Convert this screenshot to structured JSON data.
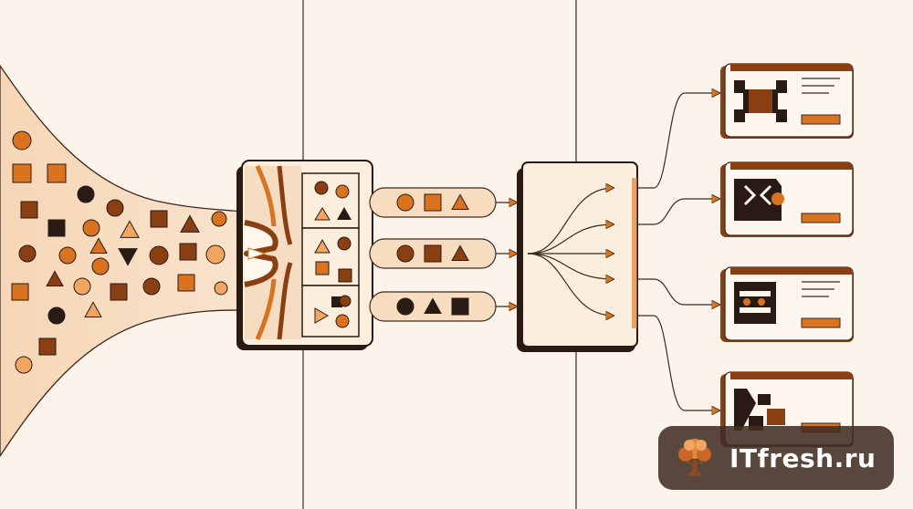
{
  "watermark": {
    "text": "ITfresh.ru",
    "logo_icon": "tree-logo-icon"
  },
  "palette": {
    "background": "#fcf4ea",
    "funnel": "#f6dcc1",
    "dark": "#2a1a14",
    "brown": "#8a3f12",
    "orange": "#d9731f",
    "light_orange": "#f0a561",
    "cream": "#fbeedd",
    "line": "#3a2a22"
  },
  "channels": [
    {
      "shapes": [
        "circle",
        "square",
        "triangle"
      ],
      "color": "orange"
    },
    {
      "shapes": [
        "circle",
        "square",
        "triangle"
      ],
      "color": "brown"
    },
    {
      "shapes": [
        "circle",
        "triangle",
        "square"
      ],
      "color": "dark"
    }
  ],
  "output_cards": [
    {
      "icon": "cross-pattern-icon",
      "has_text_lines": true
    },
    {
      "icon": "chip-pattern-icon",
      "has_text_lines": false
    },
    {
      "icon": "grid-pattern-icon",
      "has_text_lines": true
    },
    {
      "icon": "scatter-pattern-icon",
      "has_text_lines": false
    }
  ]
}
